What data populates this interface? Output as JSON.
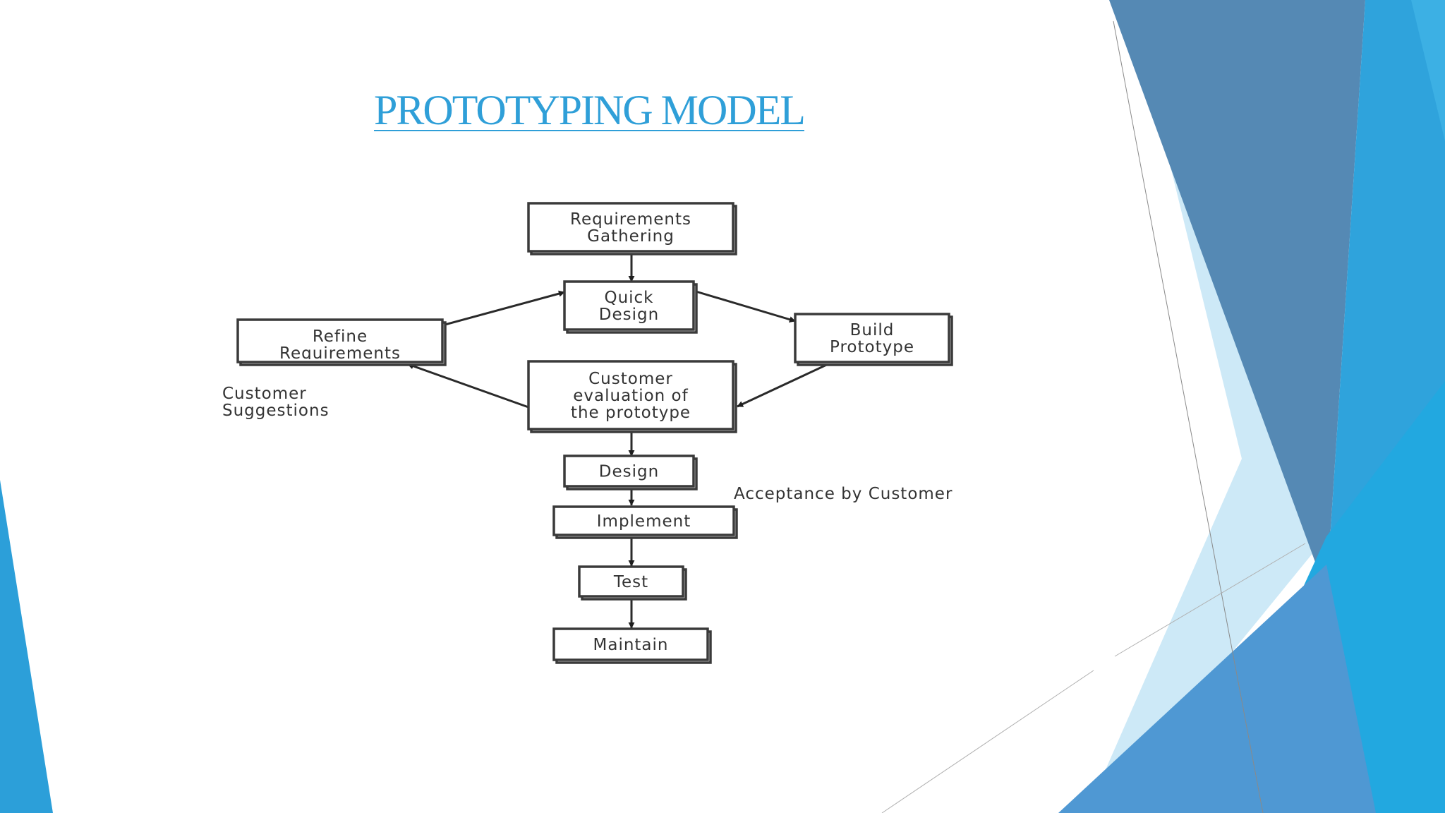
{
  "title": "PROTOTYPING MODEL",
  "colors": {
    "title": "#2f9fd8",
    "accent_dark": "#4a7eae",
    "accent_blue": "#2c9fd9",
    "accent_light": "#bfe3f5"
  },
  "diagram": {
    "nodes": {
      "requirements": [
        "Requirements",
        "Gathering"
      ],
      "quick_design": [
        "Quick",
        "Design"
      ],
      "build_prototype": [
        "Build",
        "Prototype"
      ],
      "refine": [
        "Refine",
        "Requirements"
      ],
      "evaluation": [
        "Customer",
        "evaluation of",
        "the prototype"
      ],
      "design": [
        "Design"
      ],
      "implement": [
        "Implement"
      ],
      "test": [
        "Test"
      ],
      "maintain": [
        "Maintain"
      ]
    },
    "labels": {
      "suggestions": [
        "Customer",
        "Suggestions"
      ],
      "acceptance": "Acceptance by Customer"
    },
    "edges": [
      [
        "requirements",
        "quick_design"
      ],
      [
        "quick_design",
        "build_prototype"
      ],
      [
        "build_prototype",
        "evaluation"
      ],
      [
        "evaluation",
        "refine"
      ],
      [
        "refine",
        "quick_design"
      ],
      [
        "evaluation",
        "design"
      ],
      [
        "design",
        "implement"
      ],
      [
        "implement",
        "test"
      ],
      [
        "test",
        "maintain"
      ]
    ]
  }
}
